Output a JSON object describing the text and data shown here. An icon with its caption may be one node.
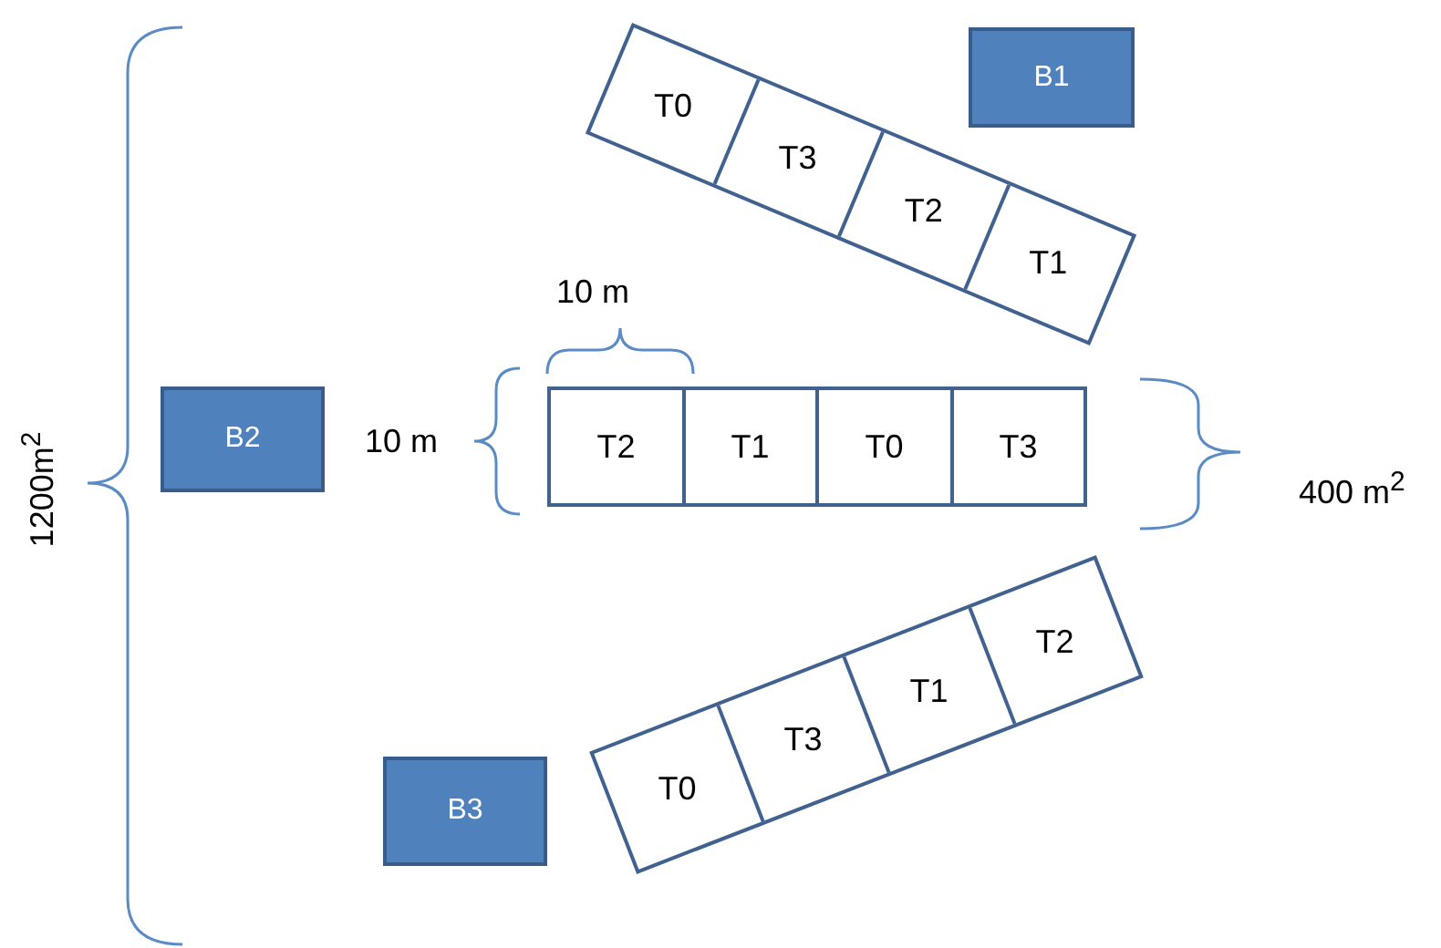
{
  "diagram": {
    "nodes": [
      {
        "text": [
          "T0"
        ]
      },
      {
        "text": [
          "T3"
        ]
      },
      {
        "text": [
          "T2"
        ]
      },
      {
        "text": [
          "T1"
        ]
      },
      {
        "text": [
          "B1"
        ]
      },
      {
        "text": [
          "B2"
        ]
      },
      {
        "text": [
          "T2"
        ]
      },
      {
        "text": [
          "T1"
        ]
      },
      {
        "text": [
          "T0"
        ]
      },
      {
        "text": [
          "T3"
        ]
      },
      {
        "text": [
          "T0"
        ]
      },
      {
        "text": [
          "T3"
        ]
      },
      {
        "text": [
          "T1"
        ]
      },
      {
        "text": [
          "T2"
        ]
      },
      {
        "text": [
          "B3"
        ]
      }
    ],
    "edges": [],
    "labels": [
      "10 m",
      "1200m$^{2}$",
      "10 m",
      "400 m$^{2}$"
    ]
  }
}
